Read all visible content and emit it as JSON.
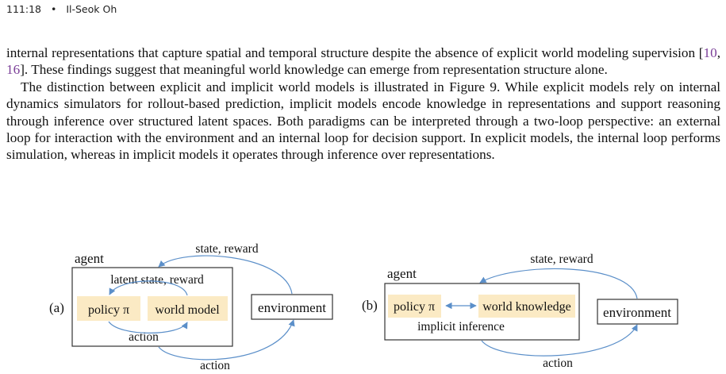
{
  "header": {
    "page_number": "111:18",
    "separator": "•",
    "author": "Il-Seok Oh"
  },
  "paragraph1": {
    "part1": "internal representations that capture spatial and temporal structure despite the absence of explicit world modeling supervision [",
    "cite1": "10",
    "comma": ", ",
    "cite2": "16",
    "part2": "]. These findings suggest that meaningful world knowledge can emerge from representation structure alone."
  },
  "paragraph2": {
    "text": "The distinction between explicit and implicit world models is illustrated in Figure 9. While explicit models rely on internal dynamics simulators for rollout-based prediction, implicit models encode knowledge in representations and support reasoning through inference over structured latent spaces. Both paradigms can be interpreted through a two-loop perspective: an external loop for interaction with the environment and an internal loop for decision support. In explicit models, the internal loop performs simulation, whereas in implicit models it operates through inference over representations."
  },
  "figure": {
    "panel_a": {
      "label": "(a)",
      "agent": "agent",
      "policy": "policy π",
      "world_model": "world model",
      "environment": "environment",
      "latent_label": "latent state, reward",
      "inner_action": "action",
      "outer_state": "state, reward",
      "outer_action": "action"
    },
    "panel_b": {
      "label": "(b)",
      "agent": "agent",
      "policy": "policy π",
      "world_knowledge": "world knowledge",
      "environment": "environment",
      "inference_label": "implicit inference",
      "outer_state": "state, reward",
      "outer_action": "action"
    },
    "colors": {
      "box_fill": "#fbeac4",
      "arrow": "#5b8fc9",
      "stroke": "#333333"
    }
  }
}
